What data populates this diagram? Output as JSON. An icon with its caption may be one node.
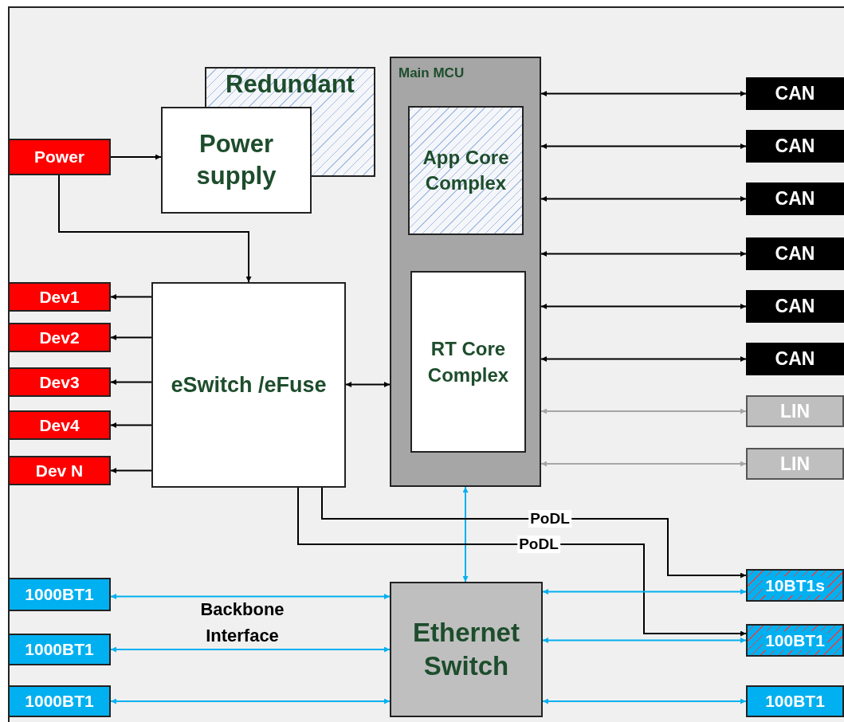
{
  "diagram": {
    "nodes": [
      {
        "text": [
          "Power"
        ]
      },
      {
        "text": [
          "Redundant"
        ]
      },
      {
        "text": [
          "Power supply"
        ]
      },
      {
        "text": [
          "eSwitch /eFuse"
        ]
      },
      {
        "text": [
          "Dev1"
        ]
      },
      {
        "text": [
          "Dev2"
        ]
      },
      {
        "text": [
          "Dev3"
        ]
      },
      {
        "text": [
          "Dev4"
        ]
      },
      {
        "text": [
          "Dev N"
        ]
      },
      {
        "text": [
          "Main MCU"
        ]
      },
      {
        "text": [
          "App Core Complex"
        ],
        "in": 9
      },
      {
        "text": [
          "RT Core Complex"
        ],
        "in": 9
      },
      {
        "text": [
          "CAN"
        ]
      },
      {
        "text": [
          "CAN"
        ]
      },
      {
        "text": [
          "CAN"
        ]
      },
      {
        "text": [
          "CAN"
        ]
      },
      {
        "text": [
          "CAN"
        ]
      },
      {
        "text": [
          "CAN"
        ]
      },
      {
        "text": [
          "LIN"
        ]
      },
      {
        "text": [
          "LIN"
        ]
      },
      {
        "text": [
          "Ethernet Switch"
        ]
      },
      {
        "text": [
          "1000BT1"
        ]
      },
      {
        "text": [
          "1000BT1"
        ]
      },
      {
        "text": [
          "1000BT1"
        ]
      },
      {
        "text": [
          "10BT1s"
        ]
      },
      {
        "text": [
          "100BT1"
        ]
      },
      {
        "text": [
          "100BT1"
        ]
      }
    ],
    "edges": [
      {
        "from": 0,
        "to": 2,
        "arrow": "to"
      },
      {
        "from": 0,
        "to": 3,
        "arrow": "to"
      },
      {
        "from": 3,
        "to": 4,
        "arrow": "to"
      },
      {
        "from": 3,
        "to": 5,
        "arrow": "to"
      },
      {
        "from": 3,
        "to": 6,
        "arrow": "to"
      },
      {
        "from": 3,
        "to": 7,
        "arrow": "to"
      },
      {
        "from": 3,
        "to": 8,
        "arrow": "to"
      },
      {
        "from": 3,
        "to": 9,
        "arrow": "both"
      },
      {
        "from": 9,
        "to": 12,
        "arrow": "both"
      },
      {
        "from": 9,
        "to": 13,
        "arrow": "both"
      },
      {
        "from": 9,
        "to": 14,
        "arrow": "both"
      },
      {
        "from": 9,
        "to": 15,
        "arrow": "both"
      },
      {
        "from": 9,
        "to": 16,
        "arrow": "both"
      },
      {
        "from": 9,
        "to": 17,
        "arrow": "both"
      },
      {
        "from": 9,
        "to": 18,
        "arrow": "both",
        "color": "#a6a6a6"
      },
      {
        "from": 9,
        "to": 19,
        "arrow": "both",
        "color": "#a6a6a6"
      },
      {
        "from": 9,
        "to": 20,
        "arrow": "both",
        "color": "#00b0f0"
      },
      {
        "from": 3,
        "to": 24,
        "arrow": "to",
        "label": "PoDL"
      },
      {
        "from": 3,
        "to": 25,
        "arrow": "to",
        "label": "PoDL"
      },
      {
        "from": 21,
        "to": 20,
        "arrow": "both",
        "color": "#00b0f0"
      },
      {
        "from": 22,
        "to": 20,
        "arrow": "both",
        "color": "#00b0f0"
      },
      {
        "from": 23,
        "to": 20,
        "arrow": "both",
        "color": "#00b0f0"
      },
      {
        "from": 20,
        "to": 24,
        "arrow": "both",
        "color": "#00b0f0"
      },
      {
        "from": 20,
        "to": 25,
        "arrow": "both",
        "color": "#00b0f0"
      },
      {
        "from": 20,
        "to": 26,
        "arrow": "both",
        "color": "#00b0f0"
      }
    ],
    "labels": [
      "Backbone Interface"
    ]
  }
}
